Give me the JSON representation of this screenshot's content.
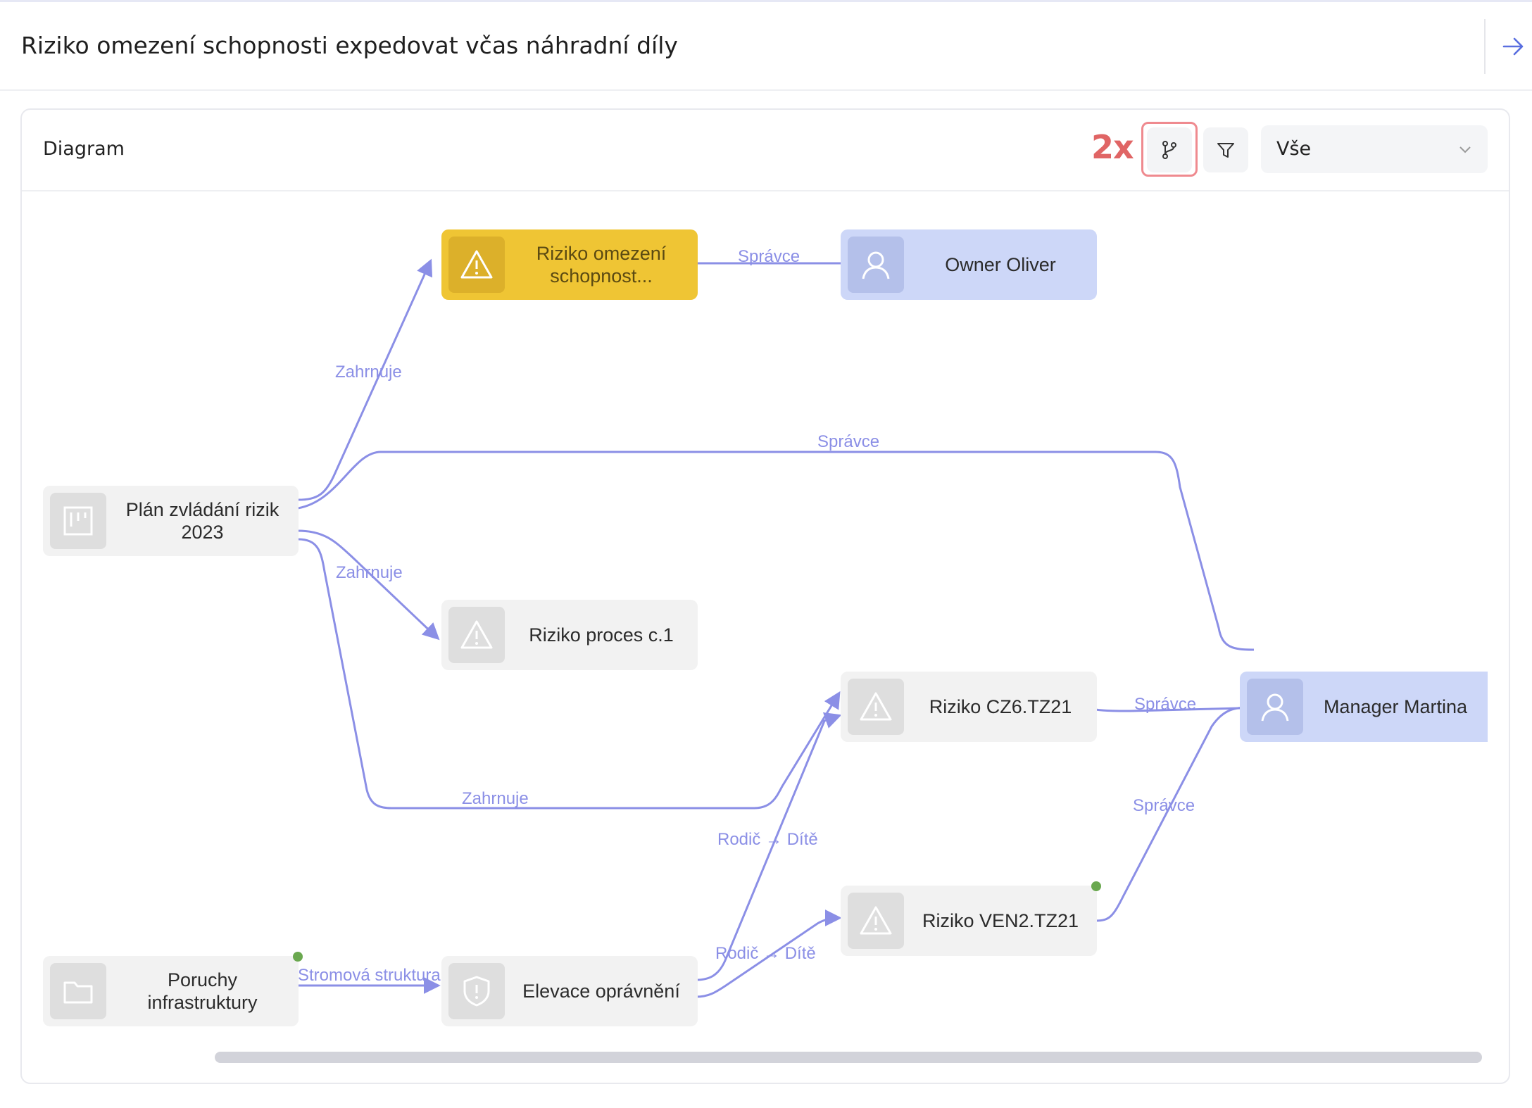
{
  "header": {
    "title": "Riziko omezení schopnosti expedovat včas náhradní díly",
    "nav_icon": "arrow-right-icon"
  },
  "card": {
    "title": "Diagram",
    "annotation": "2x",
    "toolbar": {
      "branch_icon": "git-branch-icon",
      "filter_icon": "filter-icon",
      "select_value": "Vše"
    }
  },
  "nodes": {
    "risk_main": {
      "label": "Riziko omezení schopnost...",
      "icon": "warning-icon"
    },
    "owner_oliver": {
      "label": "Owner Oliver",
      "icon": "user-icon"
    },
    "plan": {
      "label": "Plán zvládání rizik 2023",
      "icon": "board-icon"
    },
    "risk_proc": {
      "label": "Riziko proces c.1",
      "icon": "warning-icon"
    },
    "risk_cz6": {
      "label": "Riziko CZ6.TZ21",
      "icon": "warning-icon"
    },
    "manager": {
      "label": "Manager Martina",
      "icon": "user-icon"
    },
    "risk_ven2": {
      "label": "Riziko VEN2.TZ21",
      "icon": "warning-icon"
    },
    "poruchy": {
      "label": "Poruchy infrastruktury",
      "icon": "folder-icon"
    },
    "elevace": {
      "label": "Elevace oprávnění",
      "icon": "shield-icon"
    }
  },
  "edges": {
    "spravce_1": "Správce",
    "zahrnuje_1": "Zahrnuje",
    "spravce_2": "Správce",
    "zahrnuje_2": "Zahrnuje",
    "spravce_3": "Správce",
    "zahrnuje_3": "Zahrnuje",
    "spravce_4": "Správce",
    "rodic_1": "Rodič → Dítě",
    "rodic_2": "Rodič → Dítě",
    "stromova": "Stromová struktura"
  },
  "colors": {
    "edge": "#8b8fe6",
    "risk_main": "#efc534",
    "person": "#cdd7f8",
    "annotation": "#e06565",
    "status_dot": "#6aa84f"
  }
}
